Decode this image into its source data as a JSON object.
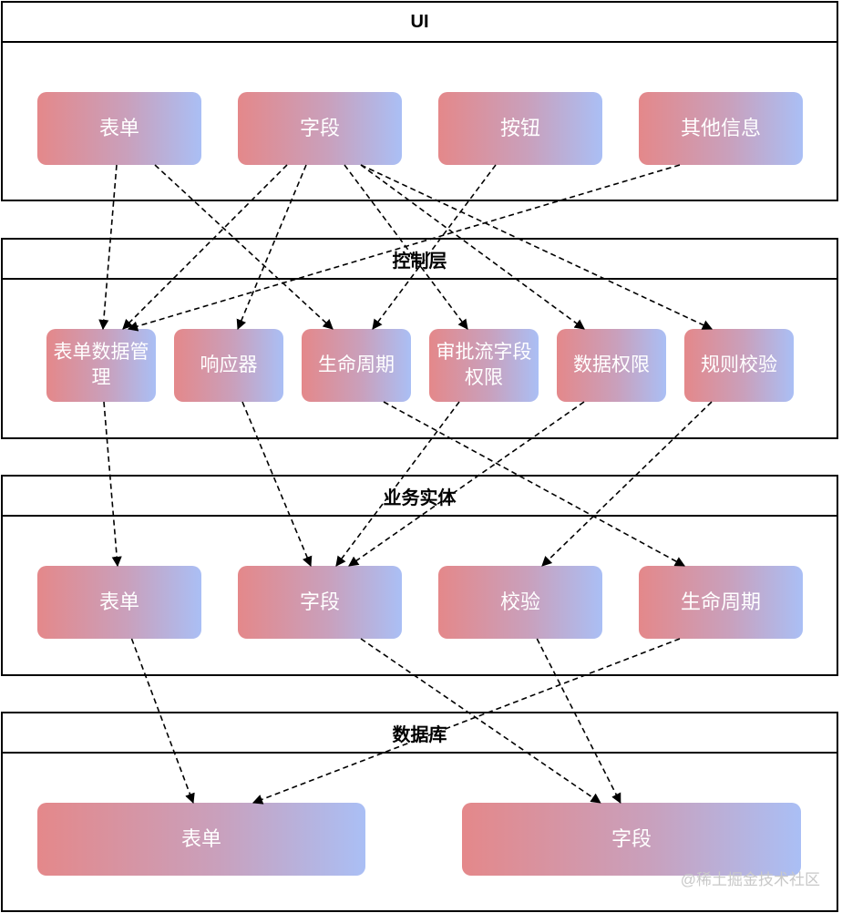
{
  "layers": {
    "ui": {
      "title": "UI",
      "nodes": {
        "form": "表单",
        "field": "字段",
        "button": "按钮",
        "other": "其他信息"
      }
    },
    "control": {
      "title": "控制层",
      "nodes": {
        "form_data": "表单数据管理",
        "responder": "响应器",
        "lifecycle": "生命周期",
        "approval": "审批流字段权限",
        "data_perm": "数据权限",
        "validation": "规则校验"
      }
    },
    "entity": {
      "title": "业务实体",
      "nodes": {
        "form": "表单",
        "field": "字段",
        "check": "校验",
        "lifecycle": "生命周期"
      }
    },
    "database": {
      "title": "数据库",
      "nodes": {
        "form": "表单",
        "field": "字段"
      }
    }
  },
  "edges": [
    [
      "ui.form",
      "control.form_data"
    ],
    [
      "ui.form",
      "control.lifecycle"
    ],
    [
      "ui.field",
      "control.form_data"
    ],
    [
      "ui.field",
      "control.responder"
    ],
    [
      "ui.field",
      "control.approval"
    ],
    [
      "ui.field",
      "control.data_perm"
    ],
    [
      "ui.field",
      "control.validation"
    ],
    [
      "ui.button",
      "control.lifecycle"
    ],
    [
      "ui.other",
      "control.form_data"
    ],
    [
      "control.form_data",
      "entity.form"
    ],
    [
      "control.responder",
      "entity.field"
    ],
    [
      "control.approval",
      "entity.field"
    ],
    [
      "control.data_perm",
      "entity.field"
    ],
    [
      "control.lifecycle",
      "entity.lifecycle"
    ],
    [
      "control.validation",
      "entity.check"
    ],
    [
      "entity.form",
      "database.form"
    ],
    [
      "entity.field",
      "database.field"
    ],
    [
      "entity.check",
      "database.field"
    ],
    [
      "entity.lifecycle",
      "database.form"
    ]
  ],
  "watermark": "@稀土掘金技术社区"
}
